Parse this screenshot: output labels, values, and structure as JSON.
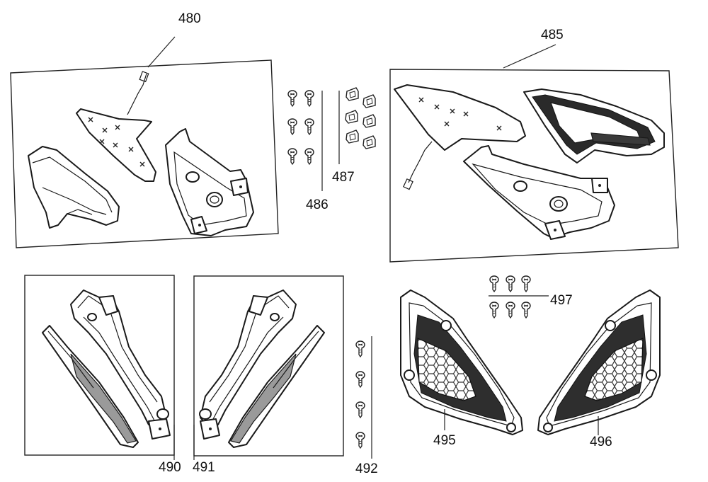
{
  "labels": {
    "l480": "480",
    "l485": "485",
    "l486": "486",
    "l487": "487",
    "l490": "490",
    "l491": "491",
    "l492": "492",
    "l495": "495",
    "l496": "496",
    "l497": "497"
  }
}
